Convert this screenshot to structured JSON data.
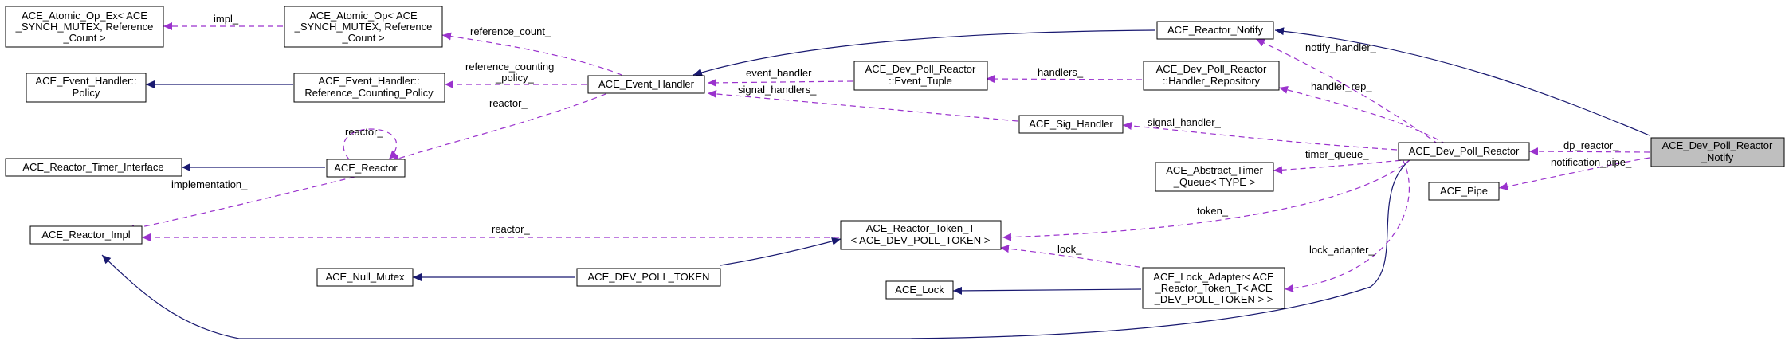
{
  "colors": {
    "inheritance": "#191970",
    "usage": "#9a32cd",
    "focus_fill": "#bfbfbf",
    "node_fill": "#ffffff"
  },
  "nodes": {
    "atomic_ex": [
      "ACE_Atomic_Op_Ex< ACE",
      "_SYNCH_MUTEX, Reference",
      "_Count >"
    ],
    "atomic": [
      "ACE_Atomic_Op< ACE",
      "_SYNCH_MUTEX, Reference",
      "_Count >"
    ],
    "reactor_notify": [
      "ACE_Reactor_Notify"
    ],
    "handler_policy": [
      "ACE_Event_Handler::",
      "Policy"
    ],
    "refcount_policy": [
      "ACE_Event_Handler::",
      "Reference_Counting_Policy"
    ],
    "event_handler": [
      "ACE_Event_Handler"
    ],
    "event_tuple": [
      "ACE_Dev_Poll_Reactor",
      "::Event_Tuple"
    ],
    "handler_repo": [
      "ACE_Dev_Poll_Reactor",
      "::Handler_Repository"
    ],
    "timer_interface": [
      "ACE_Reactor_Timer_Interface"
    ],
    "reactor": [
      "ACE_Reactor"
    ],
    "sig_handler": [
      "ACE_Sig_Handler"
    ],
    "dev_poll_reactor": [
      "ACE_Dev_Poll_Reactor"
    ],
    "dp_notify": [
      "ACE_Dev_Poll_Reactor",
      "_Notify"
    ],
    "abstract_timer": [
      "ACE_Abstract_Timer",
      "_Queue< TYPE >"
    ],
    "pipe": [
      "ACE_Pipe"
    ],
    "reactor_impl": [
      "ACE_Reactor_Impl"
    ],
    "token_t": [
      "ACE_Reactor_Token_T",
      "< ACE_DEV_POLL_TOKEN >"
    ],
    "null_mutex": [
      "ACE_Null_Mutex"
    ],
    "dev_poll_token": [
      "ACE_DEV_POLL_TOKEN"
    ],
    "lock": [
      "ACE_Lock"
    ],
    "lock_adapter": [
      "ACE_Lock_Adapter< ACE",
      "_Reactor_Token_T< ACE",
      "_DEV_POLL_TOKEN > >"
    ]
  },
  "labels": {
    "impl": "impl_",
    "reference_count": "reference_count_",
    "reference_counting_policy": [
      "reference_counting",
      "_policy_"
    ],
    "event_handler": "event_handler",
    "handlers": "handlers_",
    "signal_handlers": "signal_handlers_",
    "reactor_self": "reactor_",
    "reactor_to_reactor": "reactor_",
    "notify_handler": "notify_handler_",
    "handler_rep": "handler_rep_",
    "signal_handler": "signal_handler_",
    "timer_queue": "timer_queue_",
    "dp_reactor": "dp_reactor_",
    "notification_pipe": "notification_pipe_",
    "implementation": "implementation_",
    "reactor_token": "reactor_",
    "token": "token_",
    "lock": "lock_",
    "lock_adapter": "lock_adapter_"
  }
}
